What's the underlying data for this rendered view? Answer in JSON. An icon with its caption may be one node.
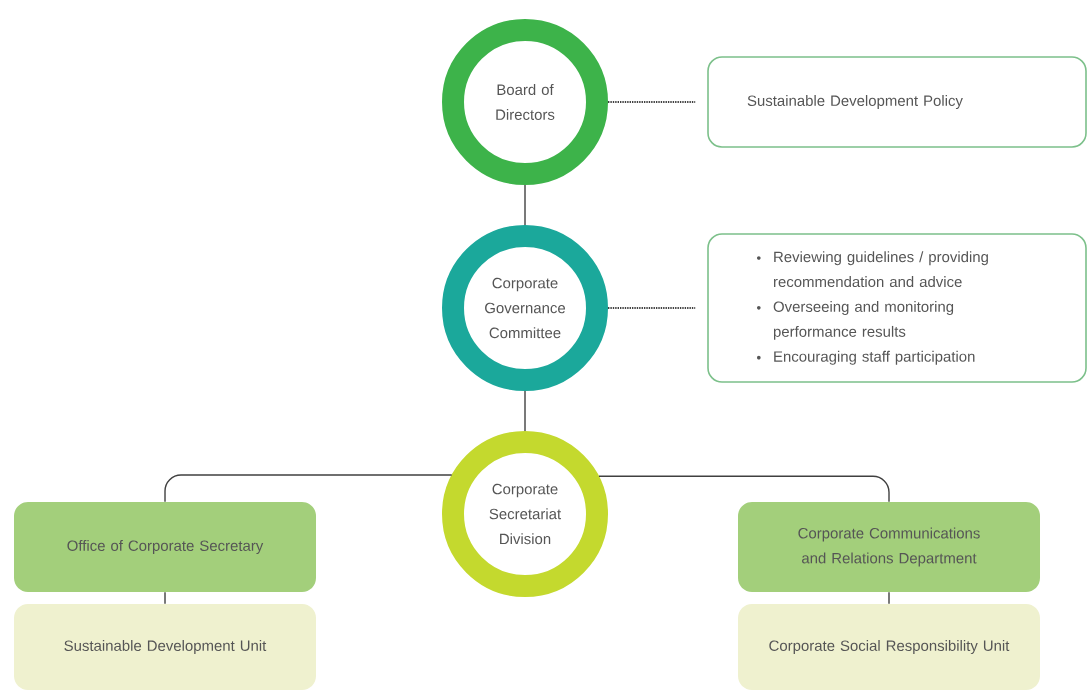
{
  "diagram": {
    "nodes": [
      {
        "text": [
          "Board of Directors"
        ]
      },
      {
        "text": [
          "Sustainable Development Policy"
        ]
      },
      {
        "text": [
          "Corporate Governance Committee"
        ]
      },
      {
        "text": [
          "Reviewing guidelines / providing recommendation and advice",
          "Overseeing and monitoring performance results",
          "Encouraging staff participation"
        ]
      },
      {
        "text": [
          "Corporate Secretariat Division"
        ]
      },
      {
        "text": [
          "Office of Corporate Secretary"
        ]
      },
      {
        "text": [
          "Sustainable Development Unit"
        ]
      },
      {
        "text": [
          "Corporate Communications and Relations Department"
        ]
      },
      {
        "text": [
          "Corporate Social Responsibility Unit"
        ]
      }
    ],
    "edges": [
      {
        "from": 0,
        "to": 1,
        "arrow": "none",
        "style": "dashed"
      },
      {
        "from": 0,
        "to": 2,
        "arrow": "none"
      },
      {
        "from": 2,
        "to": 3,
        "arrow": "none",
        "style": "dashed"
      },
      {
        "from": 2,
        "to": 4,
        "arrow": "none"
      },
      {
        "from": 4,
        "to": 5,
        "arrow": "none"
      },
      {
        "from": 4,
        "to": 7,
        "arrow": "none"
      },
      {
        "from": 5,
        "to": 6,
        "arrow": "none"
      },
      {
        "from": 7,
        "to": 8,
        "arrow": "none"
      }
    ]
  }
}
